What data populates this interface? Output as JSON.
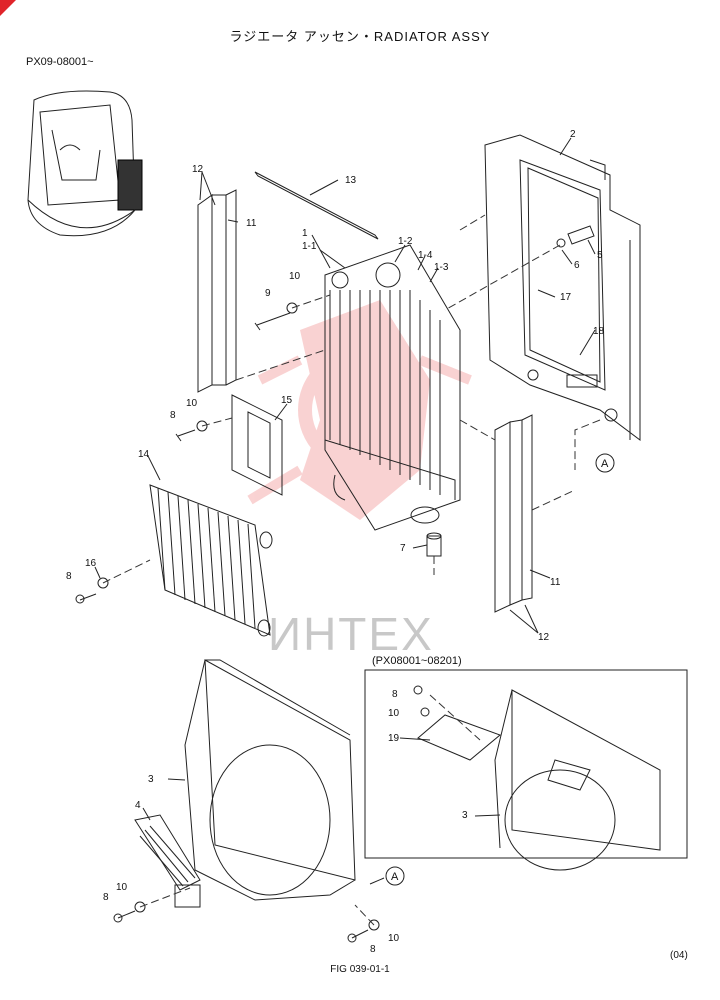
{
  "title": "ラジエータ アッセン・RADIATOR ASSY",
  "serial_range": "PX09-08001~",
  "inset_range": "(PX08001~08201)",
  "figure_id": "FIG  039-01-1",
  "revision": "(04)",
  "watermark": "ИНТЕХ",
  "brand_color": "#e0242a",
  "callouts": {
    "p1": "1",
    "p1_1": "1-1",
    "p1_2": "1-2",
    "p1_3": "1-3",
    "p1_4": "1-4",
    "p2": "2",
    "p3": "3",
    "p3b": "3",
    "p4": "4",
    "p5": "5",
    "p6": "6",
    "p7": "7",
    "p8a": "8",
    "p8b": "8",
    "p8c": "8",
    "p8d": "8",
    "p8e": "8",
    "p9": "9",
    "p10a": "10",
    "p10b": "10",
    "p10c": "10",
    "p10d": "10",
    "p10e": "10",
    "p11a": "11",
    "p11b": "11",
    "p12a": "12",
    "p12b": "12",
    "p13": "13",
    "p14": "14",
    "p15": "15",
    "p16": "16",
    "p17": "17",
    "p18": "18",
    "p19": "19",
    "refA1": "A",
    "refA2": "A"
  }
}
